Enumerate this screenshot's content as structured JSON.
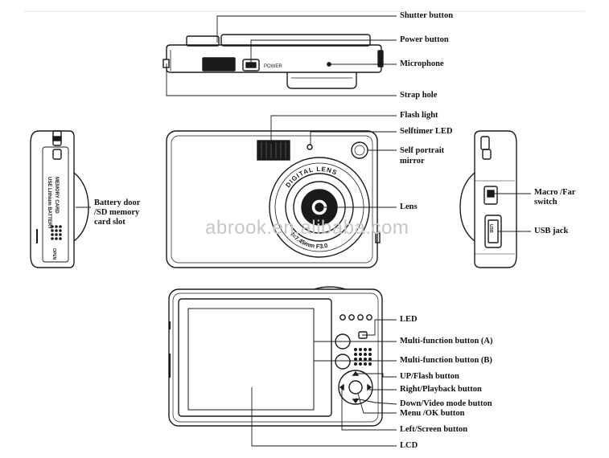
{
  "labels": {
    "shutter": "Shutter button",
    "power": "Power button",
    "microphone": "Microphone",
    "strap": "Strap hole",
    "flash": "Flash light",
    "selftimer": "Selftimer LED",
    "self_portrait_1": "Self portrait",
    "self_portrait_2": "mirror",
    "battery_1": "Battery door",
    "battery_2": "/SD memory",
    "battery_3": "card slot",
    "lens": "Lens",
    "macro_1": "Macro /Far",
    "macro_2": "switch",
    "usb": "USB jack",
    "led": "LED",
    "mfa": "Multi-function button (A)",
    "mfb": "Multi-function button (B)",
    "up": "UP/Flash button",
    "right": "Right/Playback button",
    "down": "Down/Video mode button",
    "menu": "Menu /OK button",
    "left": "Left/Screen button",
    "lcd": "LCD"
  },
  "device_text": {
    "power_label": "POWER",
    "lens_ring_top": "DIGITAL LENS",
    "lens_ring_bottom": "f=7.45mm F3.0",
    "battery_door": "USE Lithium BATTERY",
    "memory_card": "MEMORY CARD",
    "open": "OPEN",
    "usb_port": "USB"
  },
  "watermark": "abrook.en.alibaba.com",
  "colors": {
    "line": "#1a1a1a",
    "watermark": "#c7c7c7"
  }
}
